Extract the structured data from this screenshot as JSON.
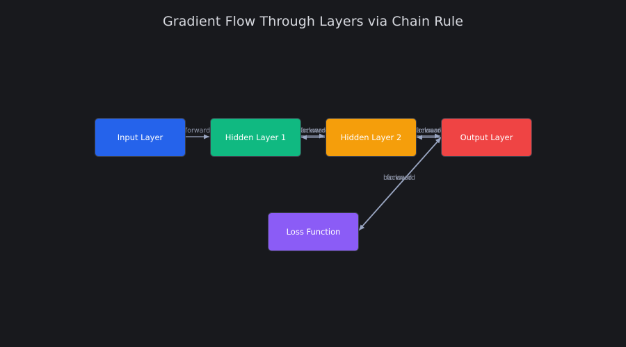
{
  "title": "Gradient Flow Through Layers via Chain Rule",
  "nodes": {
    "input": {
      "label": "Input Layer",
      "color": "#2563eb"
    },
    "h1": {
      "label": "Hidden Layer 1",
      "color": "#10b981"
    },
    "h2": {
      "label": "Hidden Layer 2",
      "color": "#f59e0b"
    },
    "output": {
      "label": "Output Layer",
      "color": "#ef4444"
    },
    "loss": {
      "label": "Loss Function",
      "color": "#8b5cf6"
    }
  },
  "edges": {
    "forward_label": "forward",
    "backward_label": "backward"
  },
  "colors": {
    "background": "#18191d",
    "edge": "#9aa6c2",
    "edge_label": "#8c93a6",
    "title": "#d6d8de"
  }
}
